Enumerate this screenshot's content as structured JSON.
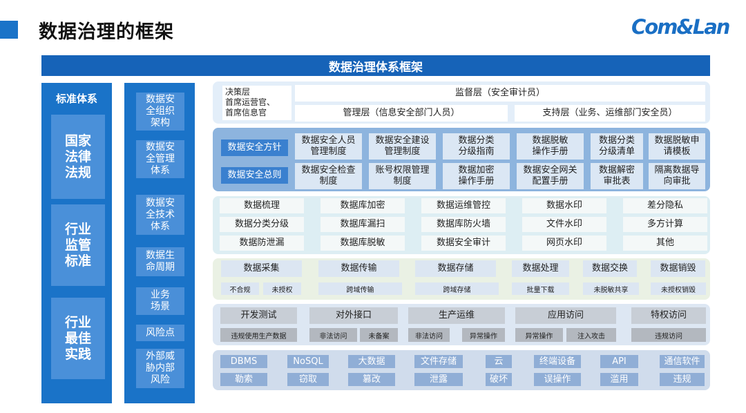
{
  "header": {
    "title": "数据治理的框架",
    "logo": "Com&Lan"
  },
  "banner": "数据治理体系框架",
  "col1": {
    "heading": "标准体系",
    "cards": [
      "国家\n法律\n法规",
      "行业\n监管\n标准",
      "行业\n最佳\n实践"
    ]
  },
  "col2": {
    "cards": [
      "数据安\n全组织\n架构",
      "数据安\n全管理\n体系",
      "数据安\n全技术\n体系",
      "数据生\n命周期",
      "业务\n场景",
      "风险点",
      "外部威\n胁内部\n风险"
    ]
  },
  "row1": {
    "left": "决策层\n首席运营官、\n首席信息官",
    "top": "监督层（安全审计员）",
    "bottom_left": "管理层（信息安全部门人员）",
    "bottom_right": "支持层（业务、运维部门安全员）"
  },
  "row2": {
    "labels": [
      "数据安全方针",
      "数据安全总则"
    ],
    "items": [
      "数据安全人员\n管理制度",
      "数据安全建设\n管理制度",
      "数据分类\n分级指南",
      "数据脱敏\n操作手册",
      "数据分类\n分级清单",
      "数据脱敏申\n请模板",
      "数据安全检查\n制度",
      "账号权限管理\n制度",
      "数据加密\n操作手册",
      "数据安全网关\n配置手册",
      "数据解密\n审批表",
      "隔离数据导\n向审批"
    ]
  },
  "row3": {
    "items": [
      "数据梳理",
      "数据库加密",
      "数据运维管控",
      "数据水印",
      "差分隐私",
      "数据分类分级",
      "数据库漏扫",
      "数据库防火墙",
      "文件水印",
      "多方计算",
      "数据防泄漏",
      "数据库脱敏",
      "数据安全审计",
      "网页水印",
      "其他"
    ]
  },
  "row4": {
    "stages": [
      "数据采集",
      "数据传输",
      "数据存储",
      "数据处理",
      "数据交换",
      "数据销毁"
    ],
    "risks": [
      "不合规",
      "未授权",
      "跨域传输",
      "跨域存储",
      "批量下载",
      "未脱敏共享",
      "未授权销毁"
    ]
  },
  "row5": {
    "scenes": [
      "开发测试",
      "对外接口",
      "生产运维",
      "应用访问",
      "特权访问"
    ],
    "risks": [
      "违规使用生产数据",
      "非法访问",
      "未备案",
      "非法访问",
      "异常操作",
      "异常操作",
      "注入攻击",
      "违规访问"
    ]
  },
  "row6": {
    "assets": [
      "DBMS",
      "NoSQL",
      "大数据",
      "文件存储",
      "云",
      "终端设备",
      "API",
      "通信软件"
    ],
    "threats": [
      "勒索",
      "窃取",
      "篡改",
      "泄露",
      "破坏",
      "误操作",
      "滥用",
      "违规"
    ]
  },
  "colors": {
    "primary": "#1a73c8",
    "banner": "#1663b8",
    "card": "#4a90d9",
    "row1": "#e3eef9",
    "row2": "#8db4de",
    "row3": "#ddeef3",
    "row4": "#eaf1e4",
    "row5": "#dde7f3",
    "row6": "#d0dcec"
  }
}
